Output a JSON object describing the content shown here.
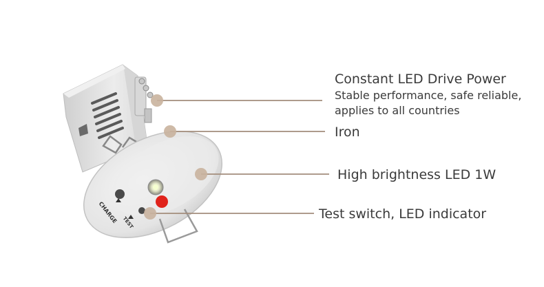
{
  "callouts": [
    {
      "id": "driver",
      "title": "Constant LED Drive Power",
      "lines": [
        "Stable performance, safe reliable,",
        "applies to all countries"
      ]
    },
    {
      "id": "iron",
      "title": "Iron"
    },
    {
      "id": "led",
      "title": "High brightness LED 1W"
    },
    {
      "id": "switch",
      "title": "Test switch, LED indicator"
    }
  ],
  "product_markings": {
    "charge": "CHARGE",
    "test": "TEST"
  },
  "colors": {
    "callout_line": "#a38d7b",
    "callout_dot": "#c9b39e",
    "text": "#3a3a3a",
    "indicator": "#e0231b",
    "body": "#e9e9e9"
  }
}
